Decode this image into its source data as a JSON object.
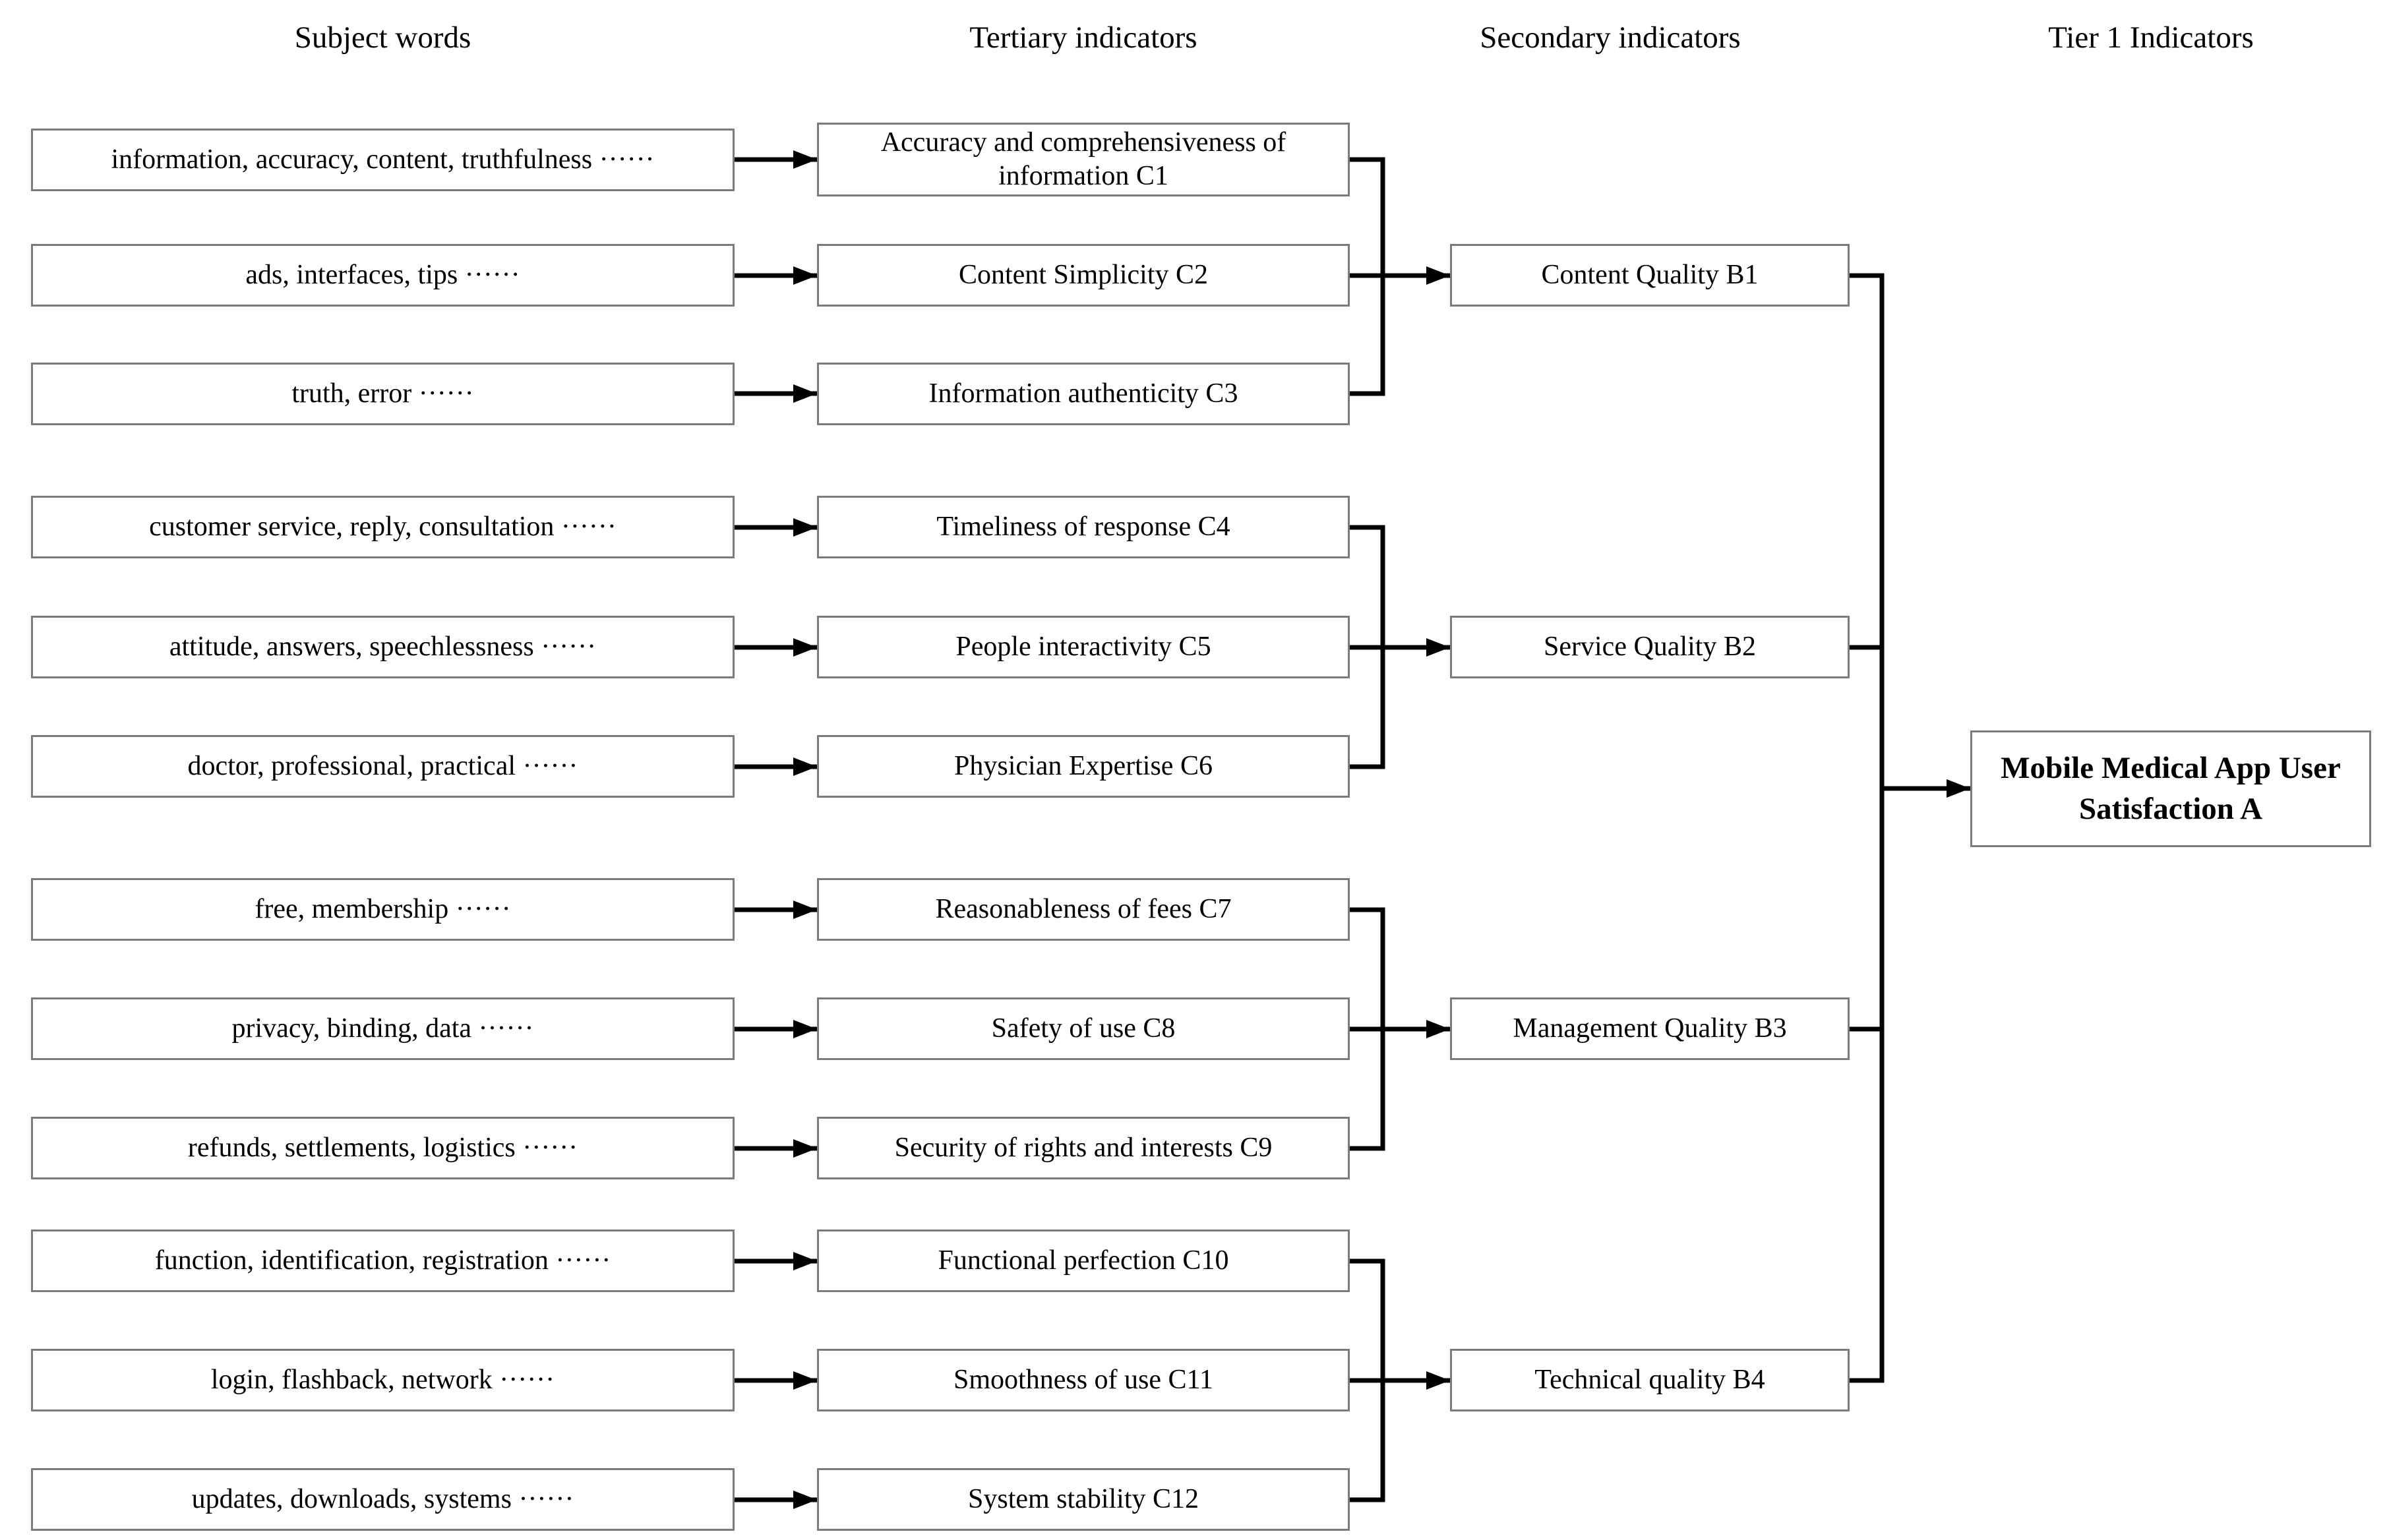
{
  "palette": {
    "background": "#ffffff",
    "text": "#000000",
    "line": "#000000",
    "border": "#7b7b7b"
  },
  "headers": {
    "subject": "Subject words",
    "tertiary": "Tertiary indicators",
    "secondary": "Secondary indicators",
    "tier1": "Tier 1 Indicators"
  },
  "rows": [
    {
      "subject": "information, accuracy, content, truthfulness ······",
      "tertiary": "Accuracy and comprehensiveness of information C1"
    },
    {
      "subject": "ads, interfaces, tips ······",
      "tertiary": "Content Simplicity C2"
    },
    {
      "subject": "truth, error ······",
      "tertiary": "Information authenticity C3"
    },
    {
      "subject": "customer service, reply, consultation ······",
      "tertiary": "Timeliness of response C4"
    },
    {
      "subject": "attitude, answers, speechlessness ······",
      "tertiary": "People interactivity C5"
    },
    {
      "subject": "doctor, professional, practical ······",
      "tertiary": "Physician Expertise C6"
    },
    {
      "subject": "free, membership ······",
      "tertiary": "Reasonableness of fees C7"
    },
    {
      "subject": "privacy, binding, data ······",
      "tertiary": "Safety of use C8"
    },
    {
      "subject": "refunds, settlements, logistics ······",
      "tertiary": "Security of rights and interests C9"
    },
    {
      "subject": "function, identification, registration ······",
      "tertiary": "Functional perfection C10"
    },
    {
      "subject": "login, flashback, network ······",
      "tertiary": "Smoothness of use C11"
    },
    {
      "subject": "updates, downloads, systems ······",
      "tertiary": "System stability C12"
    }
  ],
  "secondary": [
    {
      "label": "Content Quality B1"
    },
    {
      "label": "Service Quality B2"
    },
    {
      "label": "Management Quality B3"
    },
    {
      "label": "Technical quality B4"
    }
  ],
  "tier1": {
    "label": "Mobile Medical App User Satisfaction A"
  }
}
